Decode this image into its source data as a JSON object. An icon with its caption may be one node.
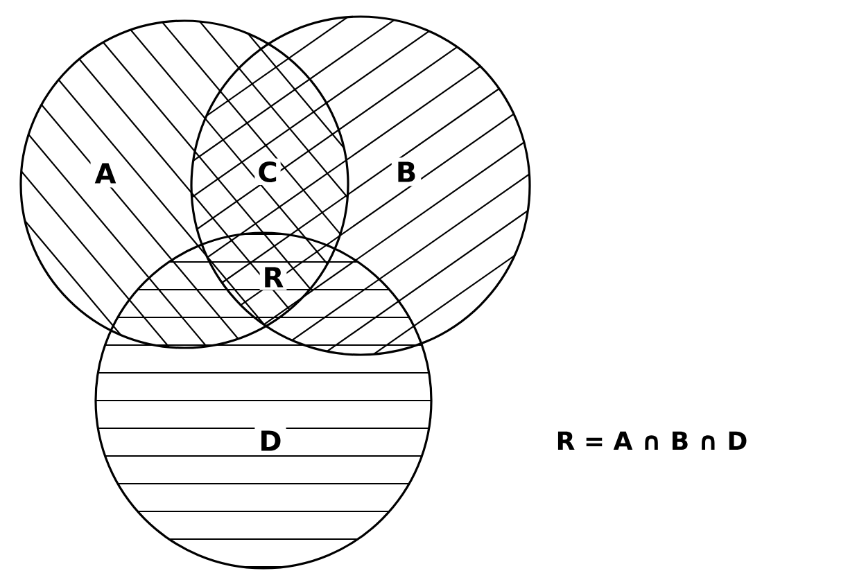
{
  "diagram": {
    "nodes": [
      {
        "text": [
          "A"
        ]
      },
      {
        "text": [
          "B"
        ]
      },
      {
        "text": [
          "D"
        ]
      }
    ],
    "edges": [],
    "labels": [
      "C",
      "R",
      "R = A ∩ B ∩ D"
    ]
  }
}
